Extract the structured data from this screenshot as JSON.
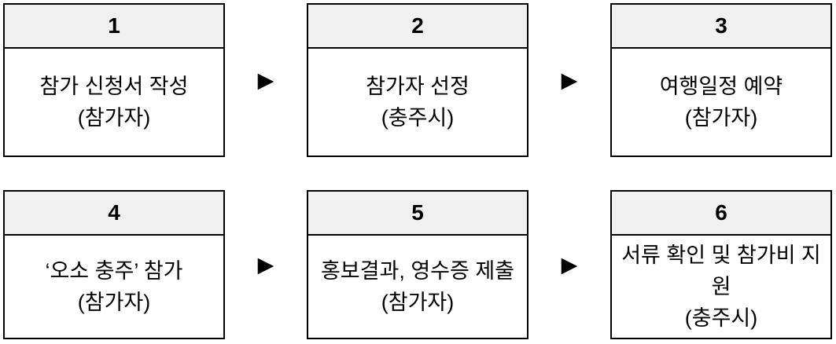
{
  "diagram": {
    "arrow_glyph": "▶",
    "colors": {
      "header_bg": "#f0f0f0",
      "border": "#000000",
      "body_bg": "#ffffff",
      "text": "#000000"
    },
    "steps": [
      {
        "number": "1",
        "title": "참가 신청서 작성",
        "subtitle": "(참가자)"
      },
      {
        "number": "2",
        "title": "참가자 선정",
        "subtitle": "(충주시)"
      },
      {
        "number": "3",
        "title": "여행일정 예약",
        "subtitle": "(참가자)"
      },
      {
        "number": "4",
        "title": "‘오소 충주’ 참가",
        "subtitle": "(참가자)"
      },
      {
        "number": "5",
        "title": "홍보결과, 영수증 제출",
        "subtitle": "(참가자)"
      },
      {
        "number": "6",
        "title": "서류 확인 및 참가비 지원",
        "subtitle": "(충주시)"
      }
    ]
  }
}
